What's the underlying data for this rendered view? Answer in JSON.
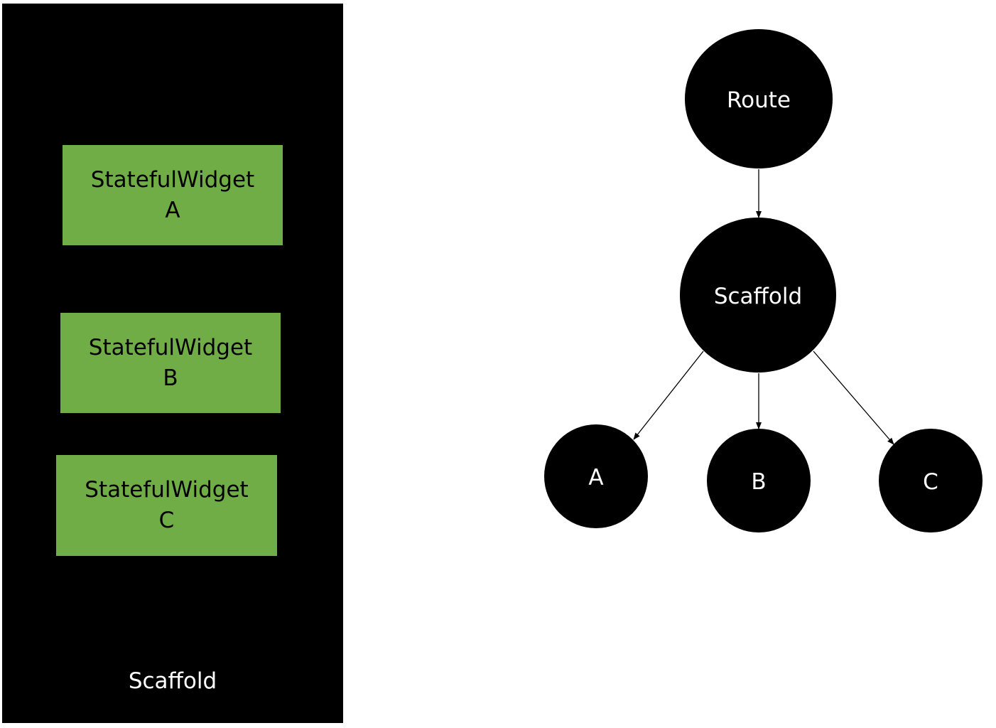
{
  "layout_panel": {
    "label": "Scaffold",
    "widgets": [
      {
        "name": "StatefulWidget",
        "id": "A"
      },
      {
        "name": "StatefulWidget",
        "id": "B"
      },
      {
        "name": "StatefulWidget",
        "id": "C"
      }
    ]
  },
  "tree": {
    "root": "Route",
    "child": "Scaffold",
    "leaves": [
      "A",
      "B",
      "C"
    ]
  },
  "colors": {
    "widget": "#70ad47",
    "node": "#000000",
    "panel": "#000000"
  }
}
